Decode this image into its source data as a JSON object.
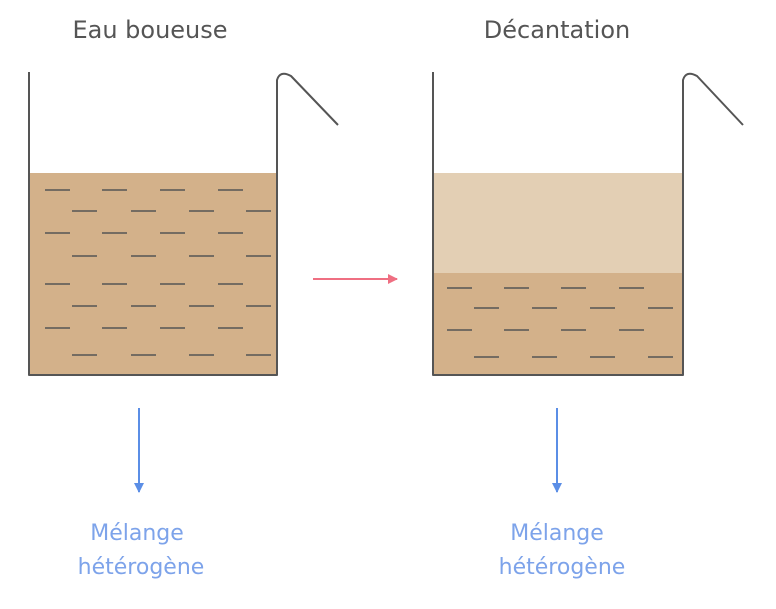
{
  "panels": [
    {
      "title": "Eau boueuse",
      "caption_lines": [
        "Mélange",
        "hétérogène"
      ]
    },
    {
      "title": "Décantation",
      "caption_lines": [
        "Mélange",
        "hétérogène"
      ]
    }
  ],
  "colors": {
    "vessel_outline": "#555555",
    "mud_water": "#d3b18a",
    "clear_water": "#e3cfb4",
    "sediment_dash": "#555555",
    "transition_arrow": "#ef6f82",
    "caption_arrow": "#5b8ee6",
    "caption_text": "#7da3ea",
    "title_text": "#555555"
  }
}
